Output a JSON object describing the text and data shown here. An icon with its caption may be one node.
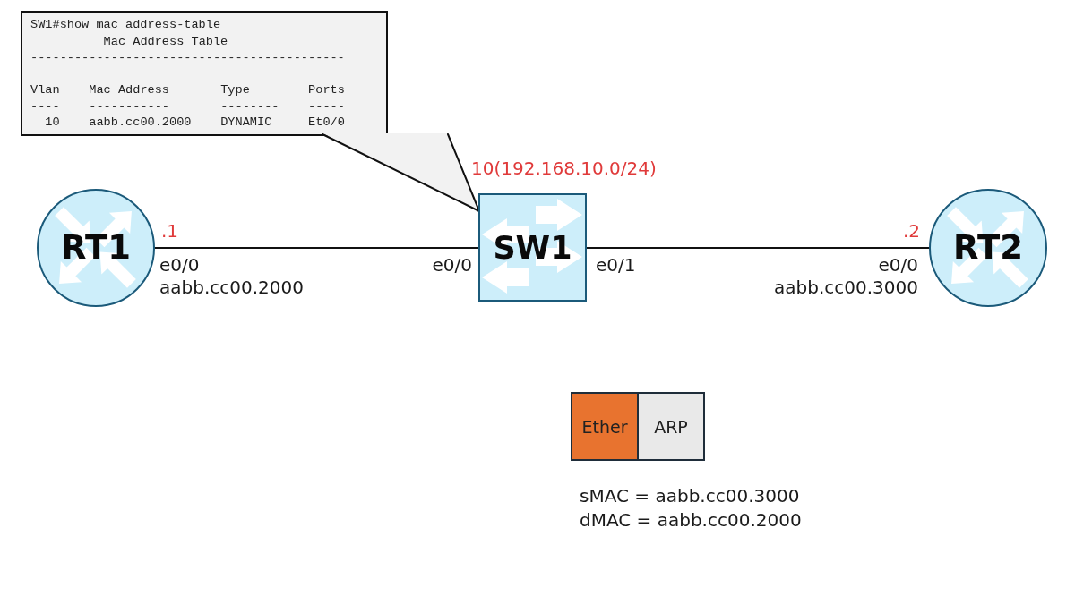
{
  "diagram": {
    "nodes": [
      {
        "text": [
          "SW1#show mac address-table",
          "Mac Address Table",
          "-------------------------------------------",
          "Vlan",
          "Mac Address",
          "Type",
          "Ports",
          "----",
          "-----------",
          "--------",
          "-----",
          "10",
          "aabb.cc00.2000",
          "DYNAMIC",
          "Et0/0"
        ]
      },
      {
        "text": [
          "RT1"
        ],
        "beside": [
          ".1",
          "e0/0",
          "aabb.cc00.2000"
        ]
      },
      {
        "text": [
          "SW1"
        ],
        "beside": [
          "10(192.168.10.0/24)",
          "e0/0",
          "e0/1"
        ]
      },
      {
        "text": [
          "RT2"
        ],
        "beside": [
          ".2",
          "e0/0",
          "aabb.cc00.3000"
        ]
      },
      {
        "text": [
          "Ether"
        ]
      },
      {
        "text": [
          "ARP"
        ]
      }
    ],
    "edges": [
      {
        "from": 0,
        "to": 2,
        "arrow": "none"
      },
      {
        "from": 1,
        "to": 2,
        "arrow": "none"
      },
      {
        "from": 2,
        "to": 3,
        "arrow": "none"
      }
    ],
    "labels": [
      "sMAC = aabb.cc00.3000",
      "dMAC = aabb.cc00.2000"
    ]
  }
}
